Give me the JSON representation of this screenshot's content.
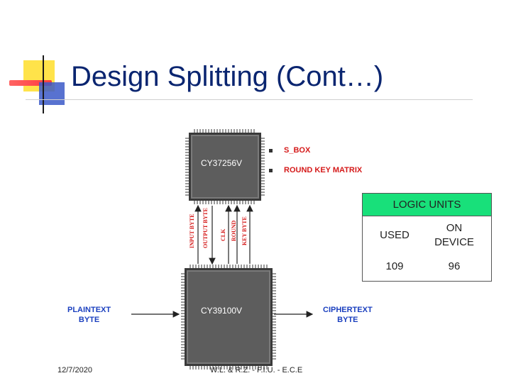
{
  "slide": {
    "title": "Design Splitting (Cont…)"
  },
  "chips": {
    "small_label": "CY37256V",
    "large_label": "CY39100V"
  },
  "bullets": [
    "S_BOX",
    "ROUND KEY MATRIX"
  ],
  "bus_labels": {
    "input_byte": "INPUT BYTE",
    "output_byte": "OUTPUT BYTE",
    "clk": "CLK",
    "round": "ROUND",
    "key_byte": "KEY BYTE"
  },
  "side_labels": {
    "plaintext_line1": "PLAINTEXT",
    "plaintext_line2": "BYTE",
    "ciphertext_line1": "CIPHERTEXT",
    "ciphertext_line2": "BYTE"
  },
  "logic_table": {
    "header": "LOGIC UNITS",
    "col_used": "USED",
    "col_on_device_line1": "ON",
    "col_on_device_line2": "DEVICE",
    "used_value": "109",
    "on_device_value": "96",
    "header_color": "#18e07a"
  },
  "footer": {
    "date": "12/7/2020",
    "authors": "W.L. & R.Z. - F.I.U. - E.C.E"
  },
  "colors": {
    "title": "#0a2570",
    "label_red": "#d51a1a",
    "label_blue": "#1a3fbf"
  }
}
